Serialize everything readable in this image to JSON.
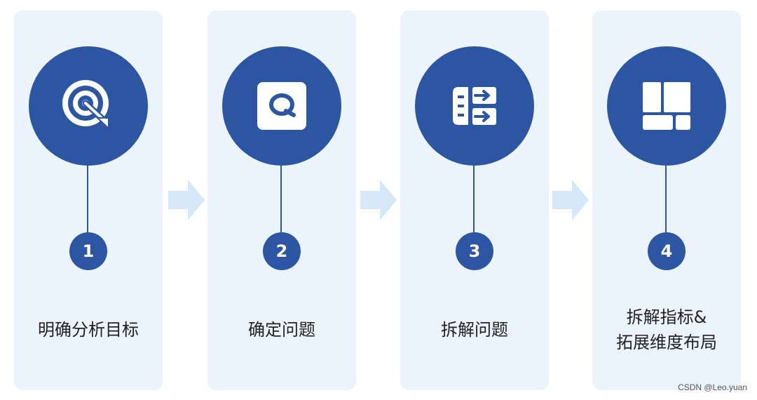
{
  "steps": [
    {
      "number": "1",
      "label_lines": [
        "明确分析目标"
      ],
      "icon": "target-icon"
    },
    {
      "number": "2",
      "label_lines": [
        "确定问题"
      ],
      "icon": "question-q-icon"
    },
    {
      "number": "3",
      "label_lines": [
        "拆解问题"
      ],
      "icon": "decompose-icon"
    },
    {
      "number": "4",
      "label_lines": [
        "拆解指标&",
        "拓展维度布局"
      ],
      "icon": "layout-grid-icon"
    }
  ],
  "watermark": "CSDN @Leo.yuan",
  "colors": {
    "circle": "#2c55a2",
    "card_bg": "#ebf3fc",
    "arrow": "#d6e8f7",
    "label_text": "#222222"
  }
}
